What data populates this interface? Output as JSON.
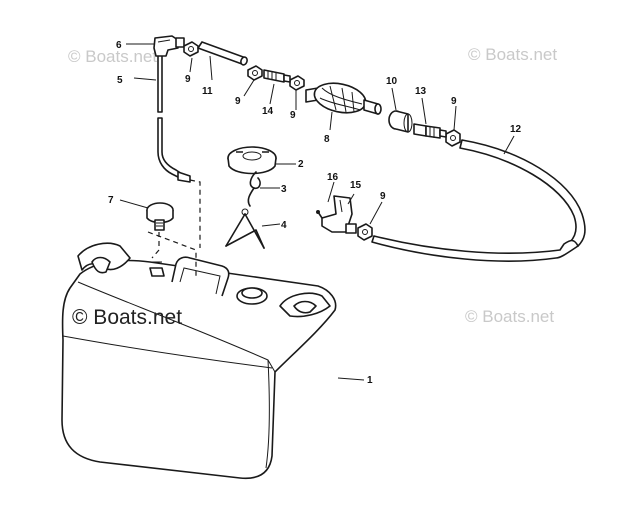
{
  "watermark": {
    "top_left": "© Boats.net",
    "top_right": "© Boats.net",
    "center": "© Boats.net",
    "bottom_right": "© Boats.net"
  },
  "callouts": {
    "c1": "1",
    "c2": "2",
    "c3": "3",
    "c4": "4",
    "c5": "5",
    "c6": "6",
    "c7": "7",
    "c8": "8",
    "c9a": "9",
    "c9b": "9",
    "c9c": "9",
    "c9d": "9",
    "c9e": "9",
    "c10": "10",
    "c11": "11",
    "c12": "12",
    "c13": "13",
    "c14": "14",
    "c15": "15",
    "c16": "16"
  }
}
